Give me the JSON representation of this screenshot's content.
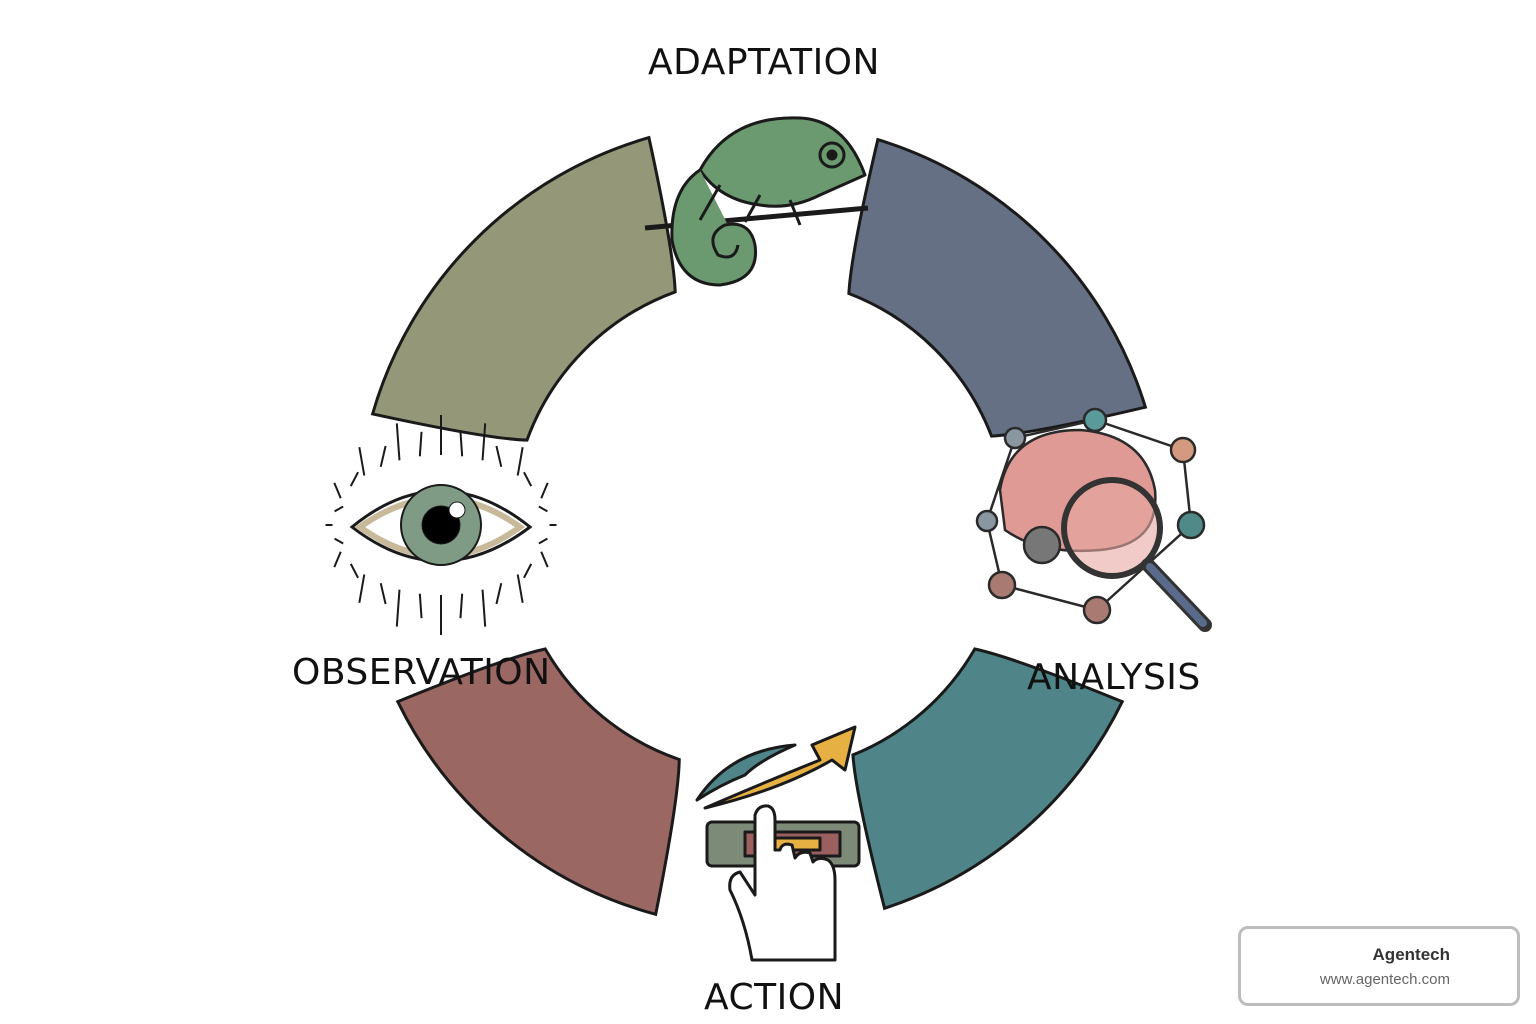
{
  "stages": [
    {
      "label": "ADAPTATION",
      "icon": "chameleon-icon"
    },
    {
      "label": "ANALYSIS",
      "icon": "brain-magnifier-network-icon"
    },
    {
      "label": "ACTION",
      "icon": "hand-pressing-button-icon"
    },
    {
      "label": "OBSERVATION",
      "icon": "eye-icon"
    }
  ],
  "segment_colors": {
    "top_left": "#949878",
    "top_right": "#667085",
    "bottom_right": "#4f8488",
    "bottom_left": "#9a6763"
  },
  "brand": {
    "name": "Agentech",
    "url": "www.agentech.com"
  }
}
